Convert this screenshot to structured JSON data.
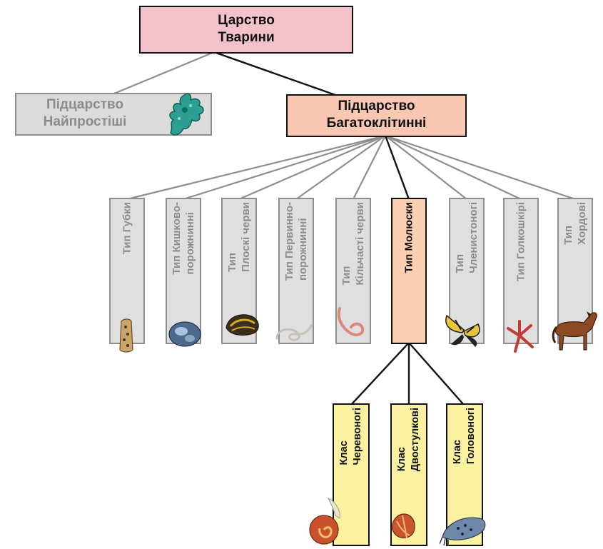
{
  "kingdom": {
    "line1": "Царство",
    "line2": "Тварини"
  },
  "subkingdoms": {
    "protozoa": {
      "line1": "Підцарство",
      "line2": "Найпростіші",
      "icon": "amoeba-icon"
    },
    "multicellular": {
      "line1": "Підцарство",
      "line2": "Багатоклітинні"
    }
  },
  "phyla": [
    {
      "line1": "Тип Губки",
      "line2": "",
      "icon": "sponge-icon"
    },
    {
      "line1": "Тип Кишково-",
      "line2": "порожнинні",
      "icon": "jellyfish-icon"
    },
    {
      "line1": "Тип",
      "line2": "Плоскі черви",
      "icon": "flatworm-icon"
    },
    {
      "line1": "Тип Первинно-",
      "line2": "порожнинні",
      "icon": "roundworm-icon"
    },
    {
      "line1": "Тип",
      "line2": "Кільчасті черви",
      "icon": "earthworm-icon"
    },
    {
      "line1": "Тип Молюски",
      "line2": "",
      "icon": ""
    },
    {
      "line1": "Тип",
      "line2": "Членистоногі",
      "icon": "butterfly-icon"
    },
    {
      "line1": "Тип Голкошкірі",
      "line2": "",
      "icon": "starfish-icon"
    },
    {
      "line1": "Тип",
      "line2": "Хордові",
      "icon": "horse-icon"
    }
  ],
  "classes": [
    {
      "line1": "Клас",
      "line2": "Черевоногі",
      "icon": "snail-icon"
    },
    {
      "line1": "Клас",
      "line2": "Двостулкові",
      "icon": "clam-icon"
    },
    {
      "line1": "Клас",
      "line2": "Головоногі",
      "icon": "cuttlefish-icon"
    }
  ],
  "colors": {
    "kingdom_fill": "#f4c2cb",
    "multicellular_fill": "#f9c8b3",
    "inactive_fill": "#dfdfdf",
    "inactive_text": "#8c8c8c",
    "active_phylum_fill": "#fbcfb1",
    "class_fill": "#faf2a0"
  }
}
